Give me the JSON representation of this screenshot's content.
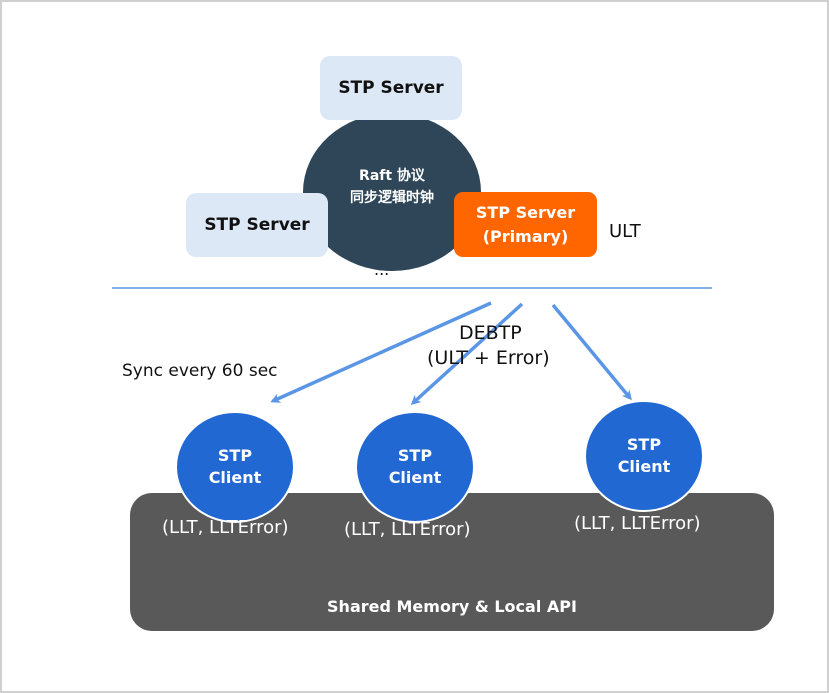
{
  "servers": {
    "top": "STP Server",
    "left": "STP Server",
    "primary": {
      "line1": "STP Server",
      "line2": "(Primary)"
    },
    "primary_tag": "ULT",
    "ellipsis": "..."
  },
  "consensus": {
    "line1": "Raft 协议",
    "line2": "同步逻辑时钟"
  },
  "links": {
    "sync_label": "Sync every 60 sec",
    "protocol_label": "DEBTP",
    "protocol_payload": "(ULT + Error)"
  },
  "clients": [
    {
      "line1": "STP",
      "line2": "Client",
      "value": "(LLT, LLTError)"
    },
    {
      "line1": "STP",
      "line2": "Client",
      "value": "(LLT, LLTError)"
    },
    {
      "line1": "STP",
      "line2": "Client",
      "value": "(LLT, LLTError)"
    }
  ],
  "shared_layer": {
    "label": "Shared Memory & Local API"
  },
  "colors": {
    "server_fill": "#dde8f7",
    "raft_fill": "#2e4657",
    "primary_fill": "#ff6600",
    "client_fill": "#2268d3",
    "shared_fill": "#595959",
    "arrow": "#5b96e6",
    "divider": "#5b96e6"
  }
}
